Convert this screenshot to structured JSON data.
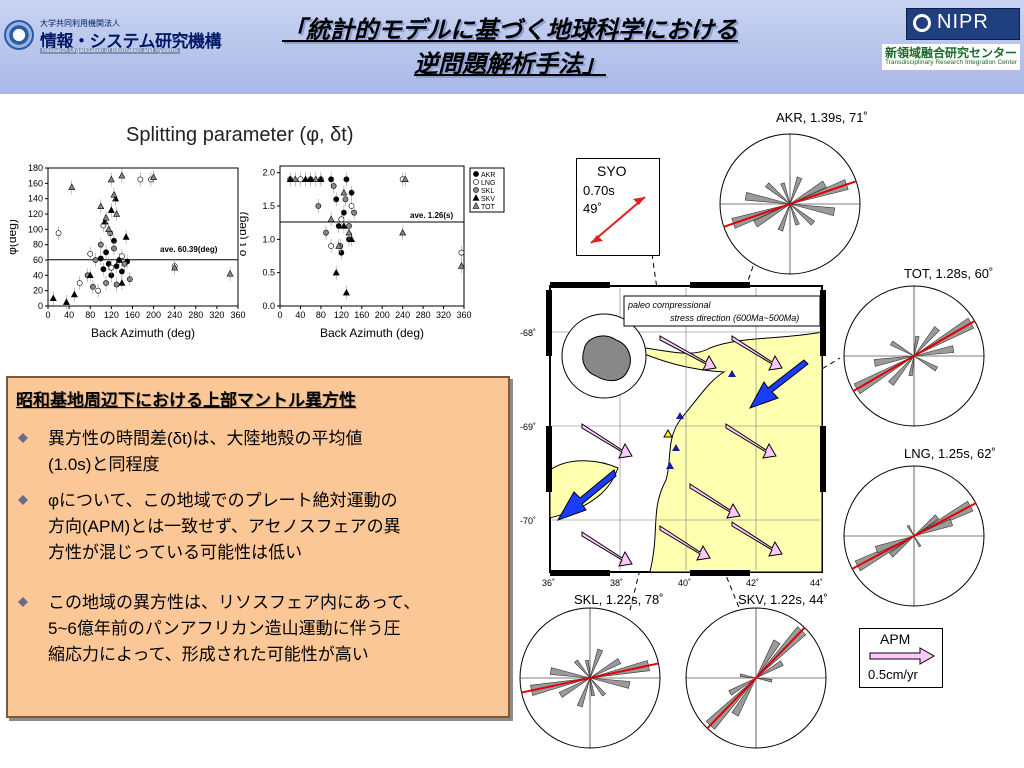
{
  "header": {
    "logo_small": "大学共同利用機関法人",
    "logo_big": "情報・システム研究機構",
    "logo_eng": "Research Organization of Information and Systems",
    "title_line1": "「統計的モデルに基づく地球科学における",
    "title_line2": "逆問題解析手法」",
    "nipr": "NIPR",
    "trc_jp": "新領域融合研究センター",
    "trc_en": "Transdisciplinary Research Integration Center"
  },
  "panel_title": "Splitting parameter (φ, δt)",
  "chart_data": [
    {
      "type": "scatter",
      "xlabel": "Back Azimuth (deg)",
      "ylabel": "φ(deg)",
      "xlim": [
        0,
        360
      ],
      "ylim": [
        0,
        180
      ],
      "xticks": [
        "0",
        "40",
        "80",
        "120",
        "160",
        "200",
        "240",
        "280",
        "320",
        "360"
      ],
      "yticks": [
        "0",
        "20",
        "40",
        "60",
        "80",
        "100",
        "120",
        "140",
        "160",
        "180"
      ],
      "annotation": "ave. 60.39(deg)",
      "average": 60.39,
      "series": [
        {
          "name": "AKR",
          "marker": "filled-circle",
          "x": [
            100,
            105,
            110,
            115,
            120,
            125,
            130,
            135,
            140,
            150
          ],
          "y": [
            62,
            48,
            70,
            55,
            40,
            85,
            52,
            60,
            45,
            58
          ]
        },
        {
          "name": "LNG",
          "marker": "circle",
          "x": [
            20,
            60,
            80,
            95,
            105,
            120,
            140,
            175,
            195,
            240
          ],
          "y": [
            95,
            30,
            68,
            20,
            105,
            50,
            65,
            165,
            165,
            52
          ]
        },
        {
          "name": "SKL",
          "marker": "gray-circle",
          "x": [
            75,
            85,
            90,
            100,
            110,
            118,
            125,
            130,
            145,
            155
          ],
          "y": [
            40,
            25,
            60,
            80,
            30,
            95,
            75,
            28,
            55,
            35
          ]
        },
        {
          "name": "SKV",
          "marker": "filled-triangle",
          "x": [
            10,
            35,
            50,
            80,
            108,
            120,
            128,
            135,
            140,
            148
          ],
          "y": [
            10,
            5,
            15,
            40,
            110,
            125,
            140,
            60,
            30,
            90
          ]
        },
        {
          "name": "TOT",
          "marker": "gray-triangle",
          "x": [
            45,
            100,
            110,
            115,
            120,
            125,
            130,
            140,
            200,
            240,
            345
          ],
          "y": [
            155,
            130,
            115,
            100,
            165,
            145,
            120,
            170,
            168,
            50,
            42
          ]
        }
      ]
    },
    {
      "type": "scatter",
      "xlabel": "Back Azimuth (deg)",
      "ylabel": "δ t (deg)",
      "xlim": [
        0,
        360
      ],
      "ylim": [
        0,
        2.1
      ],
      "xticks": [
        "0",
        "40",
        "80",
        "120",
        "160",
        "200",
        "240",
        "280",
        "320",
        "360"
      ],
      "yticks": [
        "0.0",
        "0.5",
        "1.0",
        "1.5",
        "2.0"
      ],
      "annotation": "ave. 1.26(s)",
      "average": 1.26,
      "legend": [
        "AKR",
        "LNG",
        "SKL",
        "SKV",
        "TOT"
      ],
      "series": [
        {
          "name": "AKR",
          "marker": "filled-circle",
          "x": [
            100,
            110,
            115,
            120,
            125,
            130,
            135,
            140
          ],
          "y": [
            1.9,
            1.6,
            1.2,
            0.8,
            1.4,
            1.9,
            1.0,
            1.7
          ]
        },
        {
          "name": "LNG",
          "marker": "circle",
          "x": [
            20,
            40,
            80,
            100,
            120,
            140,
            240,
            355
          ],
          "y": [
            1.9,
            1.9,
            1.9,
            0.9,
            1.3,
            1.5,
            1.9,
            0.8
          ]
        },
        {
          "name": "SKL",
          "marker": "gray-circle",
          "x": [
            60,
            75,
            90,
            105,
            118,
            128,
            135,
            145
          ],
          "y": [
            1.9,
            1.5,
            1.1,
            1.8,
            0.9,
            1.6,
            1.2,
            1.4
          ]
        },
        {
          "name": "SKV",
          "marker": "filled-triangle",
          "x": [
            20,
            50,
            60,
            80,
            110,
            125,
            130,
            140
          ],
          "y": [
            1.9,
            1.9,
            1.9,
            1.9,
            0.5,
            1.2,
            0.2,
            1.0
          ]
        },
        {
          "name": "TOT",
          "marker": "gray-triangle",
          "x": [
            30,
            70,
            100,
            115,
            125,
            135,
            240,
            245,
            355
          ],
          "y": [
            1.9,
            1.9,
            1.3,
            0.9,
            1.7,
            1.1,
            1.1,
            1.9,
            0.6
          ]
        }
      ]
    }
  ],
  "info": {
    "heading": "昭和基地周辺下における上部マントル異方性",
    "bullets": [
      [
        "異方性の時間差(δt)は、大陸地殻の平均値",
        "(1.0s)と同程度"
      ],
      [
        "φについて、この地域でのプレート絶対運動の",
        "方向(APM)とは一致せず、アセノスフェアの異",
        "方性が混じっている可能性は低い"
      ],
      [
        "この地域の異方性は、リソスフェア内にあって、",
        "5~6億年前のパンアフリカン造山運動に伴う圧",
        "縮応力によって、形成された可能性が高い"
      ]
    ]
  },
  "roses": {
    "akr": "AKR, 1.39s, 71˚",
    "tot": "TOT, 1.28s, 60˚",
    "lng": "LNG, 1.25s, 62˚",
    "skl": "SKL, 1.22s, 78˚",
    "skv": "SKV, 1.22s, 44˚"
  },
  "syo": {
    "name": "SYO",
    "dt": "0.70s",
    "phi": "49˚"
  },
  "map": {
    "paleo_line1": "paleo compressional",
    "paleo_line2": "stress direction (600Ma~500Ma)",
    "lat_labels": [
      "-68˚",
      "-69˚",
      "-70˚"
    ],
    "lon_labels": [
      "36˚",
      "38˚",
      "40˚",
      "42˚",
      "44˚"
    ]
  },
  "apm": {
    "label": "APM",
    "rate": "0.5cm/yr"
  },
  "colors": {
    "header": "#b7c4ec",
    "infobox": "#fcc797",
    "map_land": "#ffffb0",
    "red": "#e00000",
    "blue": "#1a3cff",
    "pink": "#ffc8ff"
  }
}
